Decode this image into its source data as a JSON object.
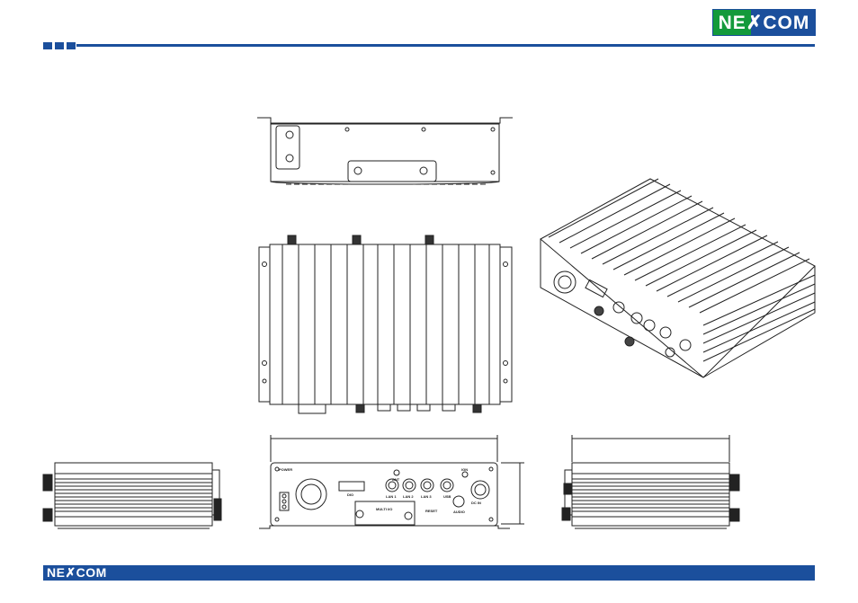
{
  "brand": {
    "logo_text": "NE✗COM",
    "footer_logo_text": "NE✗COM",
    "primary_color": "#1b4f9c",
    "accent_color": "#139a3b"
  },
  "front_panel_labels": {
    "power": "POWER",
    "dio": "DIO",
    "usb": "USB",
    "lan1": "LAN 1",
    "lan2": "LAN 2",
    "lan3": "LAN 3",
    "antenna": "ANT",
    "ignition": "IGN",
    "dc_in": "DC IN",
    "reset": "RESET",
    "audio": "AUDIO",
    "multi_io": "MULTI I/O"
  }
}
